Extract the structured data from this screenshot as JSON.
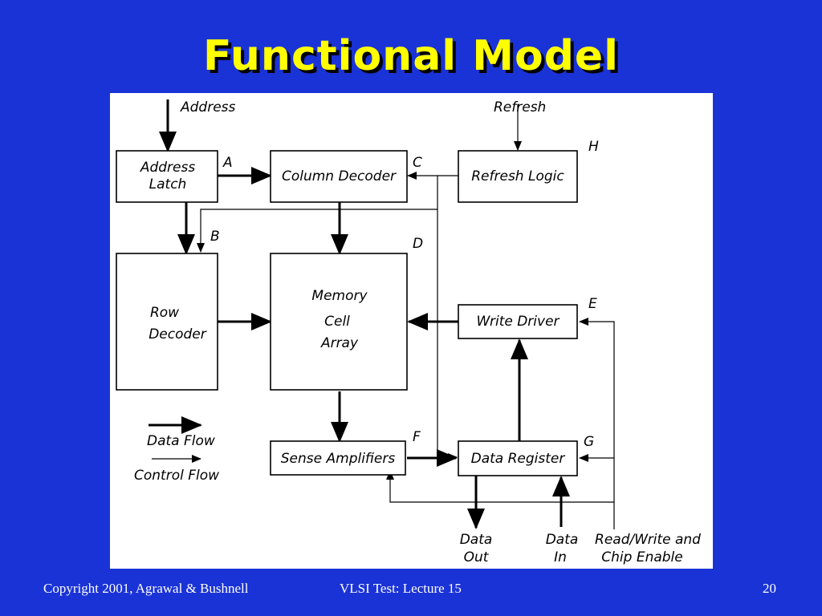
{
  "slide": {
    "title": "Functional Model",
    "footer": {
      "copyright": "Copyright 2001, Agrawal & Bushnell",
      "course": "VLSI Test: Lecture 15",
      "page": "20"
    }
  },
  "diagram": {
    "blocks": {
      "address_latch": [
        "Address",
        "Latch"
      ],
      "column_decoder": "Column Decoder",
      "refresh_logic": "Refresh Logic",
      "row_decoder": [
        "Row",
        "Decoder"
      ],
      "memory_cell_array": [
        "Memory",
        "Cell",
        "Array"
      ],
      "write_driver": "Write Driver",
      "sense_amplifiers": "Sense Amplifiers",
      "data_register": "Data Register"
    },
    "signals": {
      "address": "Address",
      "refresh": "Refresh",
      "data_out": [
        "Data",
        "Out"
      ],
      "data_in": [
        "Data",
        "In"
      ],
      "read_write": [
        "Read/Write and",
        "Chip Enable"
      ]
    },
    "fault_labels": {
      "a": "A",
      "b": "B",
      "c": "C",
      "d": "D",
      "e": "E",
      "f": "F",
      "g": "G",
      "h": "H"
    },
    "legend": {
      "data_flow": "Data Flow",
      "control_flow": "Control Flow"
    }
  }
}
